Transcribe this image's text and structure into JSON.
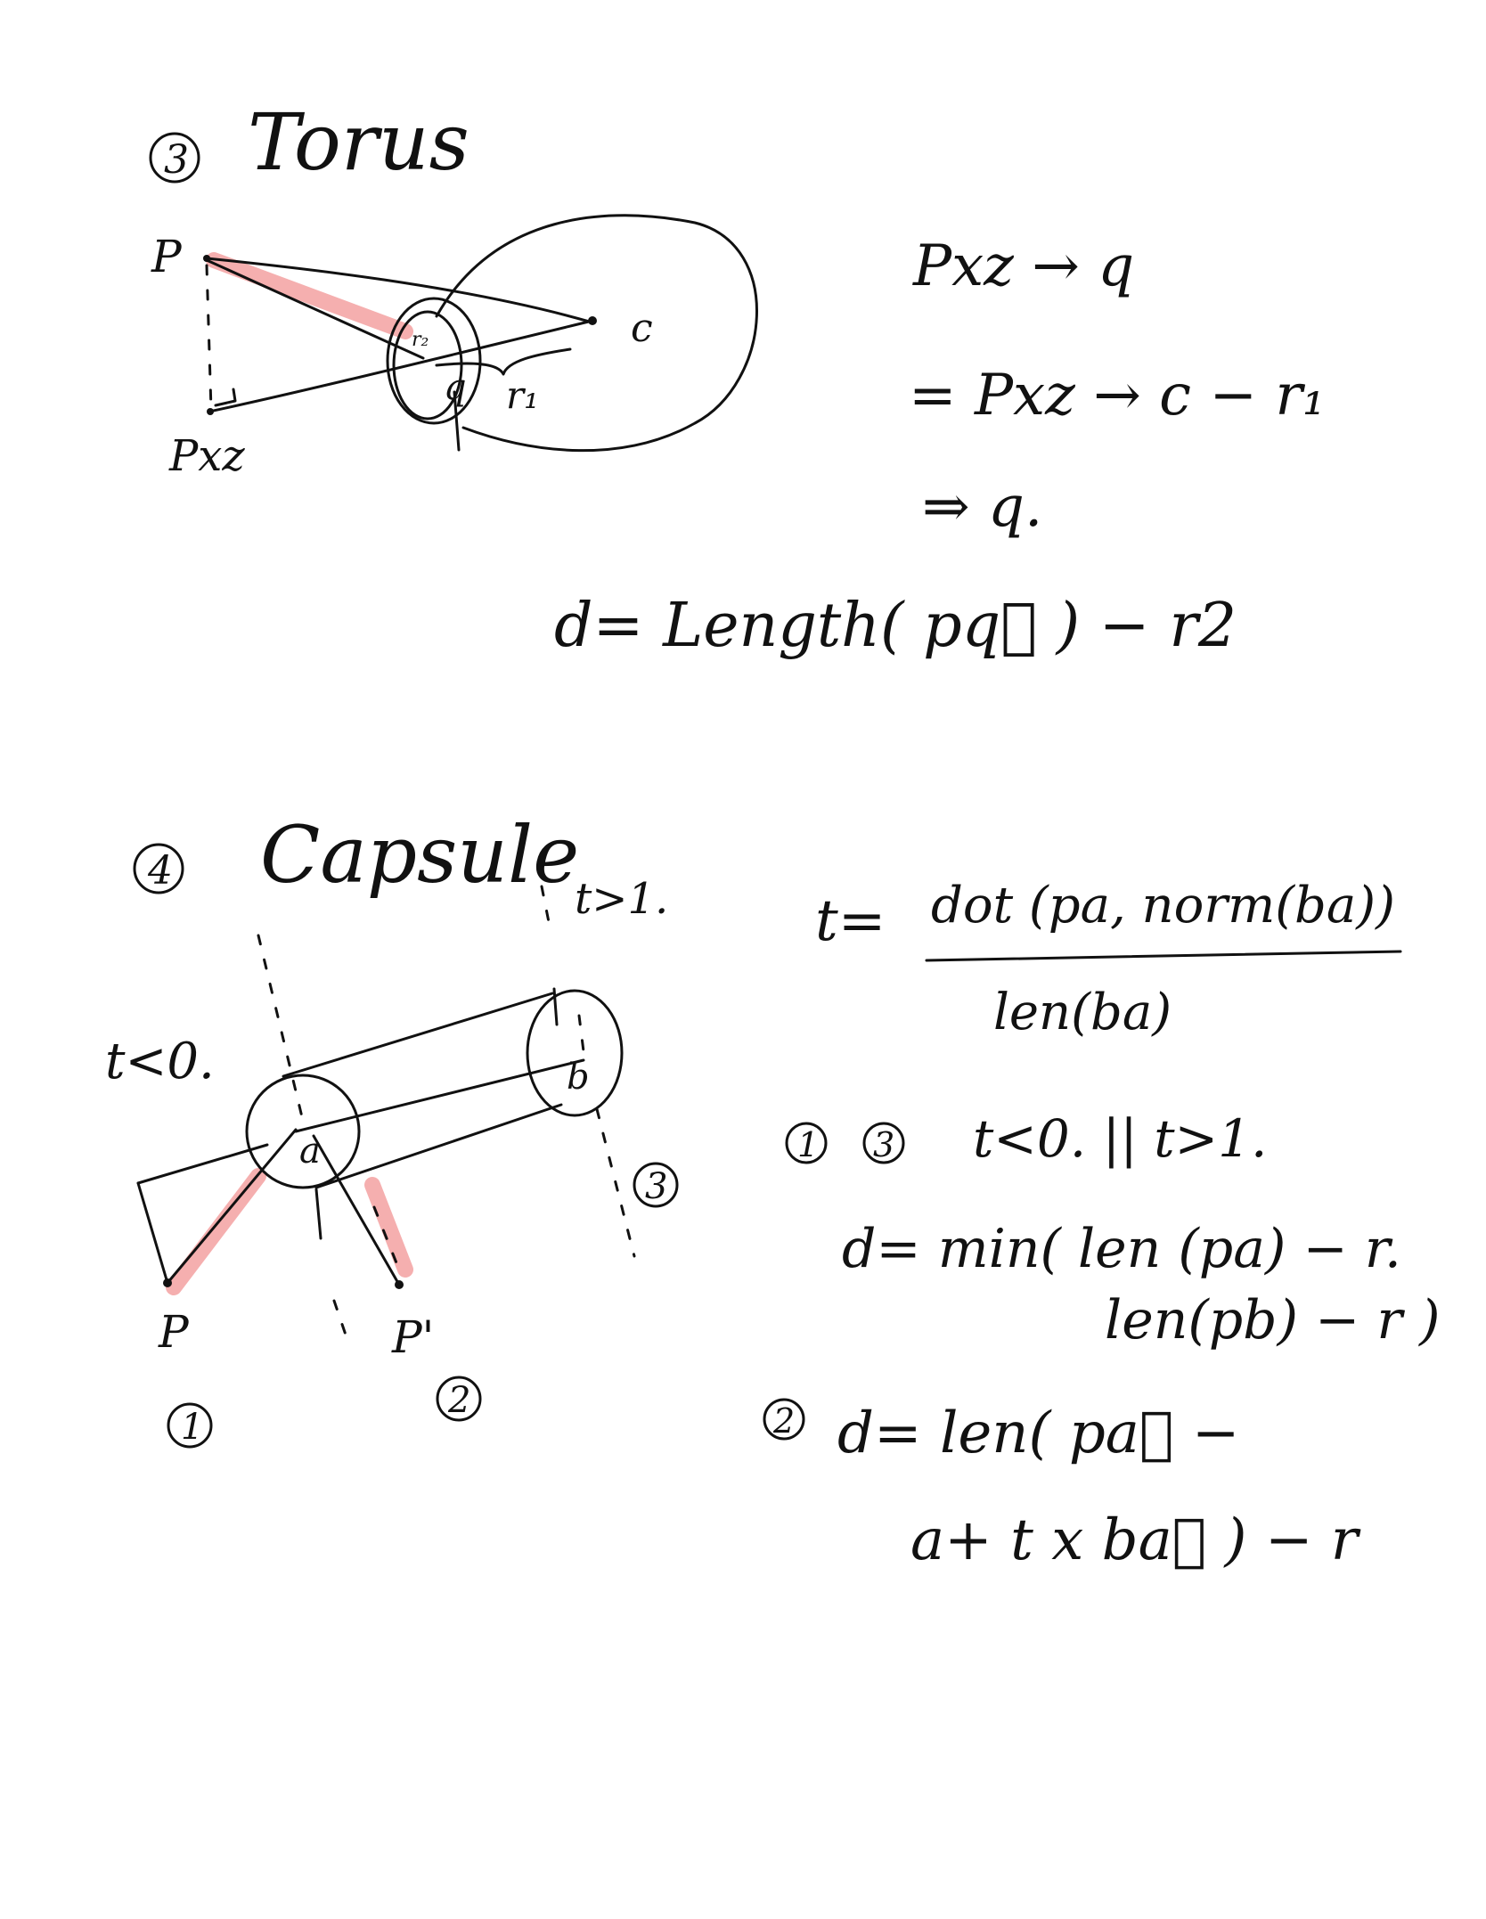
{
  "colors": {
    "ink": "#111111",
    "highlight": "#f4a6a6",
    "paper": "#ffffff"
  },
  "torus": {
    "number": "3",
    "title": "Torus",
    "labels": {
      "p": "P",
      "pxz": "Pxz",
      "c": "c",
      "q": "q",
      "r1": "r₁",
      "r2": "r₂"
    },
    "equations": [
      "Pxz → q",
      "= Pxz → c − r₁",
      "⇒ q.",
      "d= Length( pq⃗ ) − r2"
    ]
  },
  "capsule": {
    "number": "4",
    "title": "Capsule",
    "labels": {
      "t_gt1": "t>1.",
      "t_lt0": "t<0.",
      "a": "a",
      "b": "b",
      "p": "P",
      "p_prime": "P'",
      "region1": "1",
      "region2": "2",
      "region3": "3"
    },
    "t_formula": {
      "lhs": "t=",
      "numerator": "dot (pa, norm(ba))",
      "denominator": "len(ba)"
    },
    "case13": {
      "marks": [
        "1",
        "3"
      ],
      "condition": "t<0. || t>1.",
      "line1": "d= min( len (pa) − r.",
      "line2": "len(pb) − r )"
    },
    "case2": {
      "mark": "2",
      "line1": "d= len( pa⃗ −",
      "line2": "a+ t x ba⃗ ) − r"
    }
  }
}
